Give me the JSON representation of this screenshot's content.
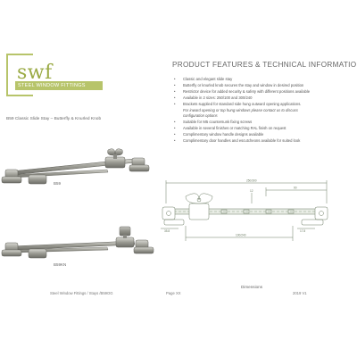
{
  "brand": {
    "logo_text": "swf",
    "logo_tagline": "STEEL WINDOW FITTINGS",
    "accent_color": "#b7c46a"
  },
  "product": {
    "title": "B59 Classic Slide Stay – Butterfly & Knurled Knob",
    "label_b59": "B59",
    "label_b59kn": "B59KN"
  },
  "info": {
    "heading": "PRODUCT FEATURES & TECHNICAL INFORMATION",
    "features": [
      "Classic and elegant slide stay",
      "Butterfly or knurled knob secures the stay and window in desired position",
      "Restrictor device for added security & safety with different positions available",
      "Available in 2 sizes: 250/100 and 300/240",
      "Brackets supplied for standard side hung outward opening applications.",
      "For inward opening or top hung windows please contact us to discuss",
      "configuration options",
      "Suitable for M5 countersunk fixing screws",
      "Available in several finishes or matching RAL finish on request",
      "Complimentary window handle designs available",
      "Complimentary door handles and escutcheons available for suited look"
    ]
  },
  "drawing": {
    "caption": "Dimensions",
    "dim_overall": "250/300",
    "dim_right": "90",
    "dim_mid": "12",
    "dim_bottom": "100/240",
    "dim_left": "35.8",
    "dim_right_small": "17.8"
  },
  "footer": {
    "left": "Steel Window Fittings / Stays /B59OG",
    "center": "Page XX",
    "right": "2019 V1"
  }
}
